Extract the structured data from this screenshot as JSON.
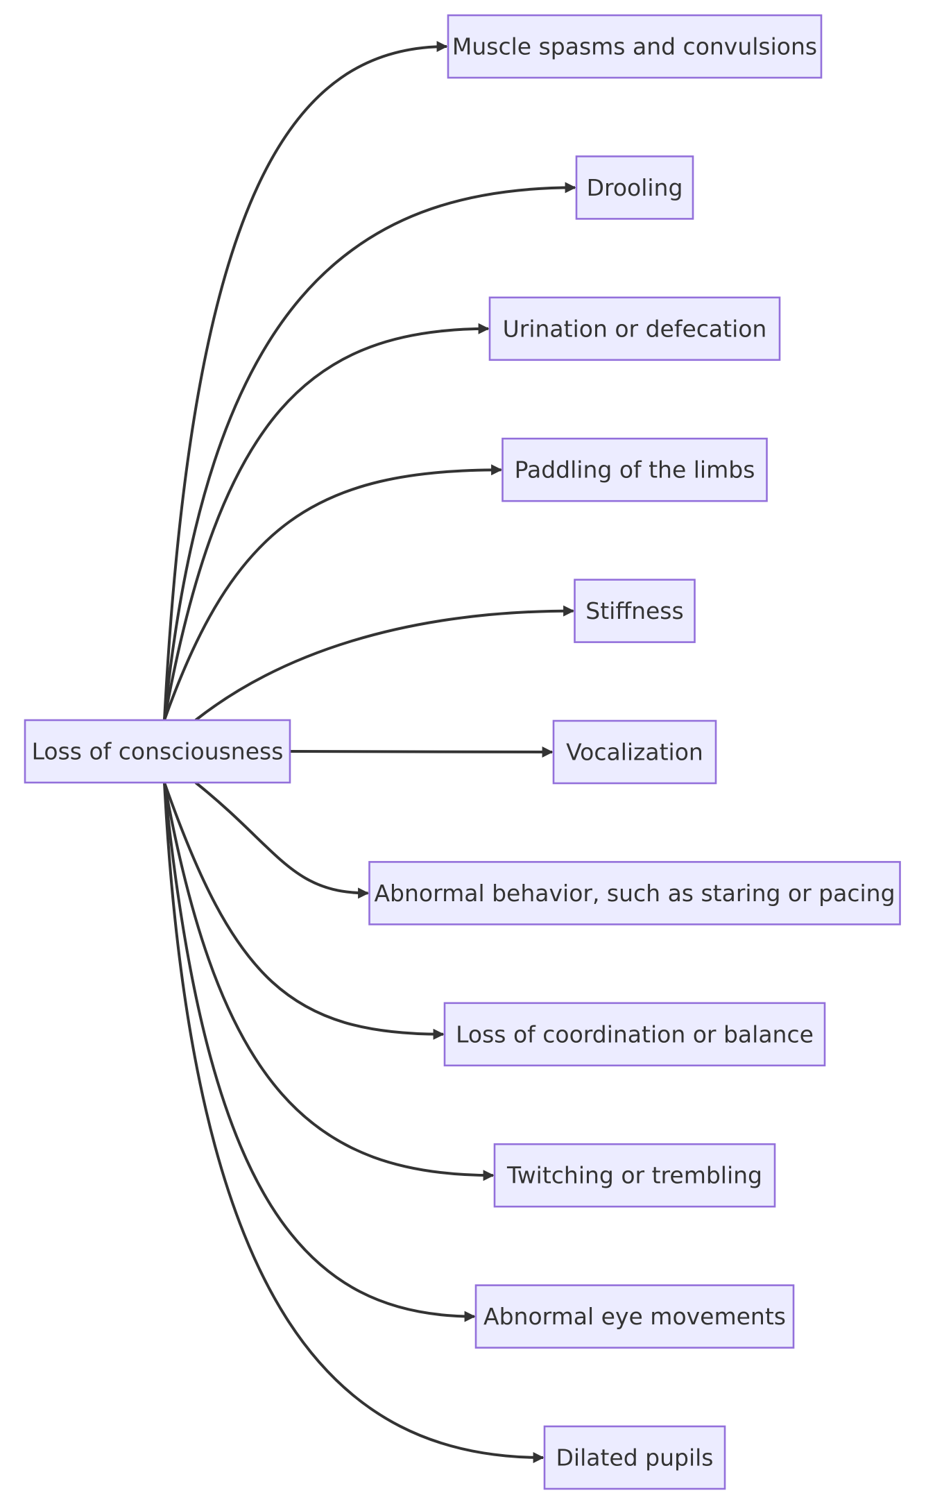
{
  "diagram": {
    "type": "flowchart",
    "direction": "left-to-right",
    "colors": {
      "node_fill": "#ECECFF",
      "node_stroke": "#9370DB",
      "edge": "#333333",
      "text": "#333333",
      "background": "#FFFFFF"
    },
    "source": {
      "id": "loss",
      "label": "Loss of consciousness"
    },
    "targets": [
      {
        "id": "spasms",
        "label": "Muscle spasms and convulsions"
      },
      {
        "id": "drooling",
        "label": "Drooling"
      },
      {
        "id": "urination",
        "label": "Urination or defecation"
      },
      {
        "id": "paddling",
        "label": "Paddling of the limbs"
      },
      {
        "id": "stiffness",
        "label": "Stiffness"
      },
      {
        "id": "vocalization",
        "label": "Vocalization"
      },
      {
        "id": "abnormal-behavior",
        "label": "Abnormal behavior, such as staring or pacing"
      },
      {
        "id": "coordination",
        "label": "Loss of coordination or balance"
      },
      {
        "id": "twitching",
        "label": "Twitching or trembling"
      },
      {
        "id": "eye-movements",
        "label": "Abnormal eye movements"
      },
      {
        "id": "pupils",
        "label": "Dilated pupils"
      }
    ],
    "edges": [
      {
        "from": "loss",
        "to": "spasms"
      },
      {
        "from": "loss",
        "to": "drooling"
      },
      {
        "from": "loss",
        "to": "urination"
      },
      {
        "from": "loss",
        "to": "paddling"
      },
      {
        "from": "loss",
        "to": "stiffness"
      },
      {
        "from": "loss",
        "to": "vocalization"
      },
      {
        "from": "loss",
        "to": "abnormal-behavior"
      },
      {
        "from": "loss",
        "to": "coordination"
      },
      {
        "from": "loss",
        "to": "twitching"
      },
      {
        "from": "loss",
        "to": "eye-movements"
      },
      {
        "from": "loss",
        "to": "pupils"
      }
    ]
  }
}
